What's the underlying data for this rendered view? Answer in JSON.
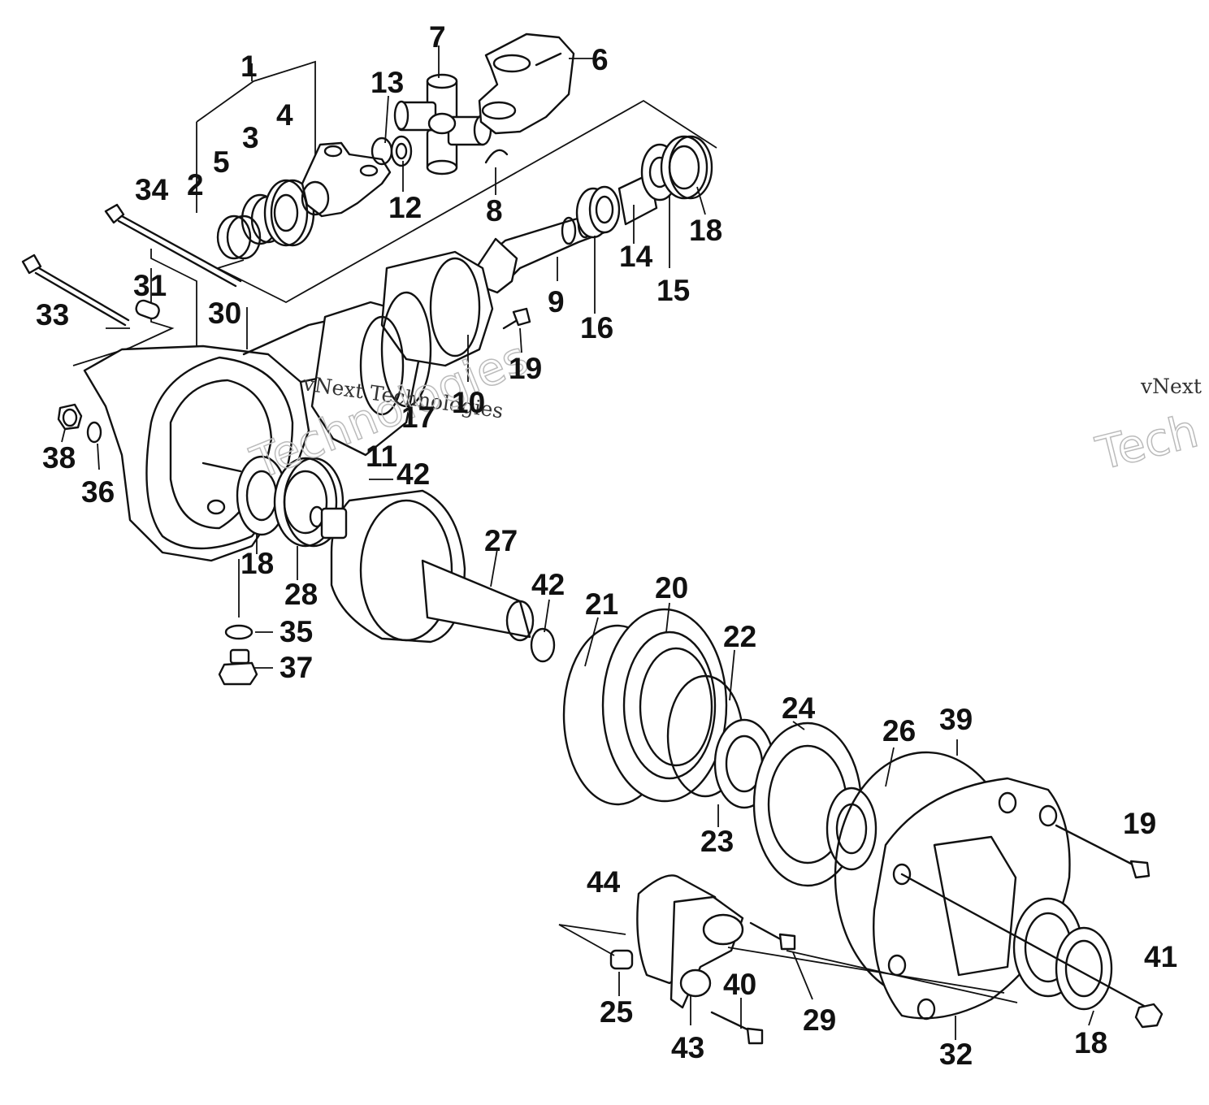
{
  "watermark": {
    "line1": "vNext Technologies",
    "line2": "Technologies",
    "corner1": "vNext",
    "corner2": "Tech"
  },
  "labels": {
    "p1": "1",
    "p2": "2",
    "p3": "3",
    "p4": "4",
    "p5": "5",
    "p6": "6",
    "p7": "7",
    "p8": "8",
    "p9": "9",
    "p10": "10",
    "p11": "11",
    "p12": "12",
    "p13": "13",
    "p14": "14",
    "p15": "15",
    "p16": "16",
    "p17": "17",
    "p18": "18",
    "p19": "19",
    "p20": "20",
    "p21": "21",
    "p22": "22",
    "p23": "23",
    "p24": "24",
    "p25": "25",
    "p26": "26",
    "p27": "27",
    "p28": "28",
    "p29": "29",
    "p30": "30",
    "p31": "31",
    "p32": "32",
    "p33": "33",
    "p34": "34",
    "p35": "35",
    "p36": "36",
    "p37": "37",
    "p38": "38",
    "p39": "39",
    "p40": "40",
    "p41": "41",
    "p42": "42",
    "p43": "43",
    "p44": "44"
  }
}
